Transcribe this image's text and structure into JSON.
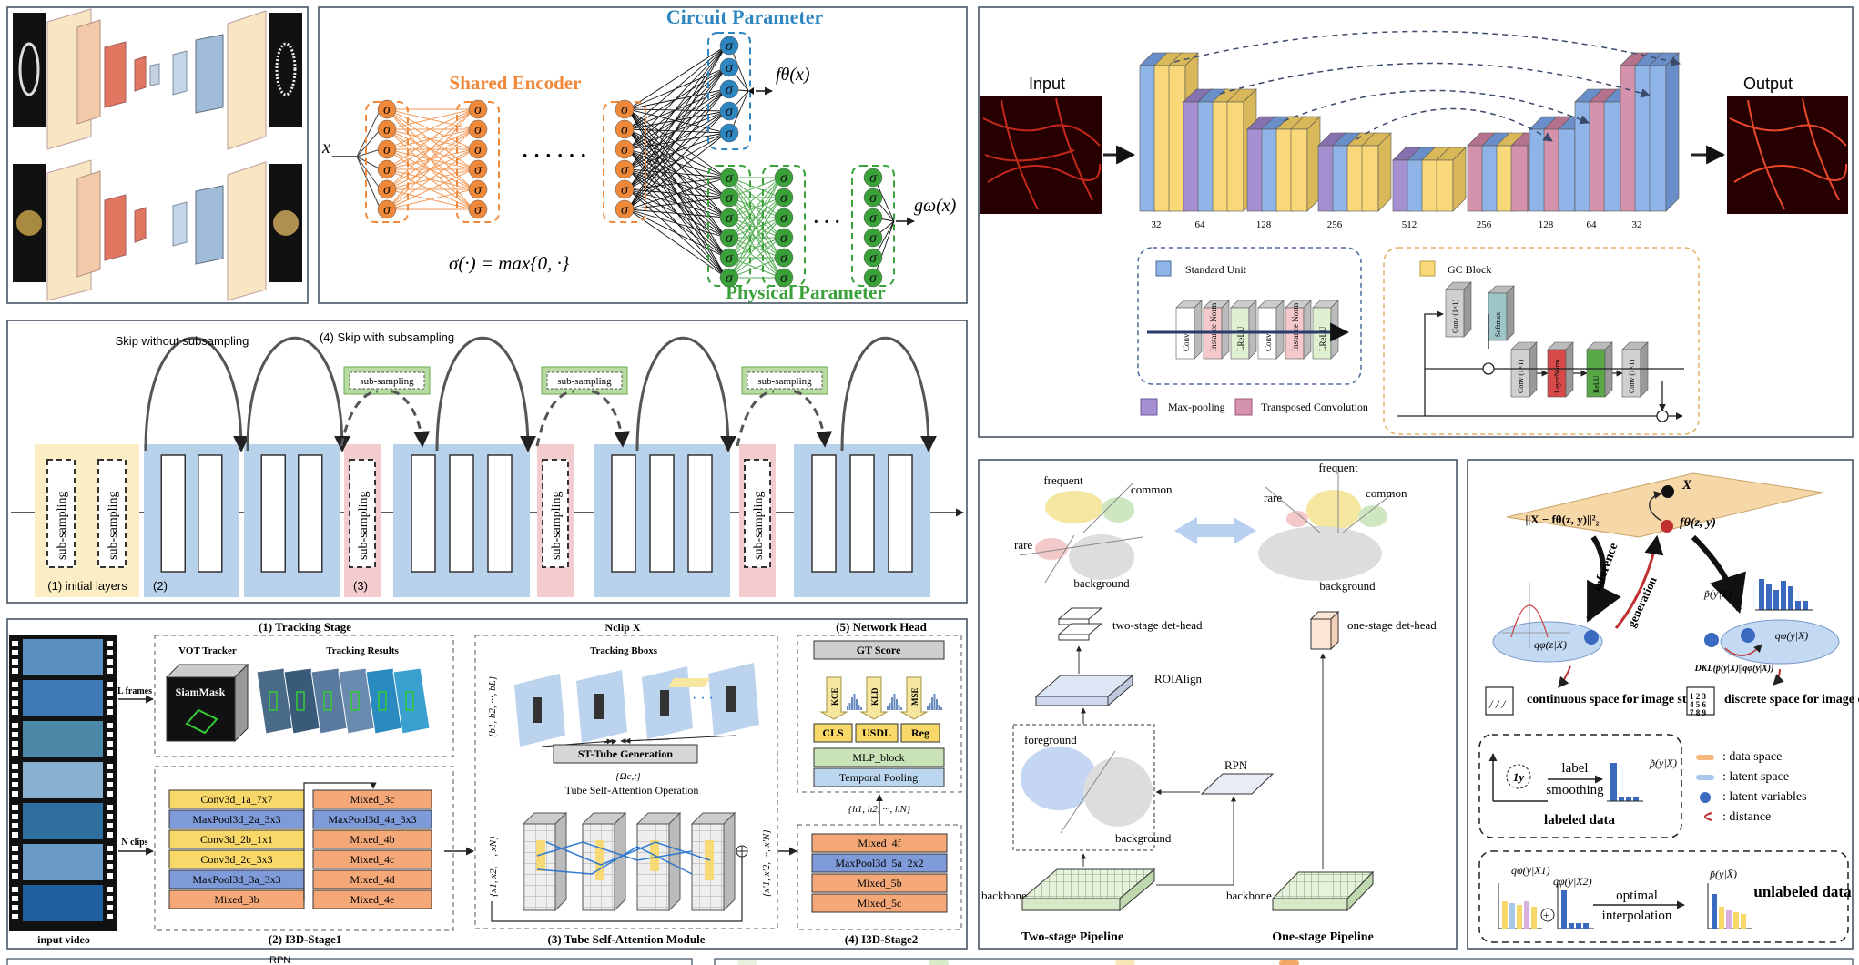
{
  "panel_a": {
    "circuit_parameter": "Circuit Parameter",
    "shared_encoder": "Shared Encoder",
    "physical_parameter": "Physical Parameter",
    "input_x": "x",
    "f_out": "fθ(x)",
    "g_out": "gω(x)",
    "sigma_def": "σ(·) = max{0, ·}",
    "sigma": "σ",
    "dots": "· · · · · ·"
  },
  "panel_b": {
    "input": "Input",
    "output": "Output",
    "channels": [
      "32",
      "64",
      "128",
      "256",
      "512",
      "256",
      "128",
      "64",
      "32"
    ],
    "standard_unit": "Standard Unit",
    "gc_block": "GC Block",
    "max_pooling": "Max-pooling",
    "transposed_conv": "Transposed Convolution",
    "unit_layers": [
      "Conv",
      "Instance Norm",
      "LReLU",
      "Conv",
      "Instance Norm",
      "LReLU"
    ],
    "gc_layers": [
      "Conv (1×1)",
      "Softmax",
      "Conv (1×1)",
      "LayerNorm",
      "ReLU",
      "Conv (1×1)"
    ]
  },
  "panel_c": {
    "skip_without": "Skip without subsampling",
    "skip_with": "(4) Skip with subsampling",
    "sub_sampling": "sub-sampling",
    "initial_layers": "(1) initial layers",
    "label_2": "(2)",
    "label_3": "(3)"
  },
  "panel_d": {
    "tracking_stage": "(1) Tracking Stage",
    "vot_tracker": "VOT Tracker",
    "tracking_results": "Tracking Results",
    "siammask": "SiamMask",
    "l_frames": "L frames",
    "n_clips": "N clips",
    "input_video": "input video",
    "i3d_stage1": "(2) I3D-Stage1",
    "stage1_left": [
      "Conv3d_1a_7x7",
      "MaxPool3d_2a_3x3",
      "Conv3d_2b_1x1",
      "Conv3d_2c_3x3",
      "MaxPool3d_3a_3x3",
      "Mixed_3b"
    ],
    "stage1_right": [
      "Mixed_3c",
      "MaxPool3d_4a_3x3",
      "Mixed_4b",
      "Mixed_4c",
      "Mixed_4d",
      "Mixed_4e"
    ],
    "nclip": "Nclip X",
    "tracking_bboxs": "Tracking Bboxs",
    "st_tube": "ST-Tube Generation",
    "omega": "{Ωc,t}",
    "tube_self_attention": "Tube Self-Attention Operation",
    "tsa_module": "(3) Tube Self-Attention Module",
    "network_head": "(5) Network Head",
    "gt_score": "GT Score",
    "head_losses": [
      "KCE",
      "KLD",
      "MSE"
    ],
    "head_blocks": [
      "CLS",
      "USDL",
      "Reg"
    ],
    "mlp_block": "MLP_block",
    "temporal_pooling": "Temporal Pooling",
    "i3d_stage2": "(4) I3D-Stage2",
    "stage2": [
      "Mixed_4f",
      "MaxPool3d_5a_2x2",
      "Mixed_5b",
      "Mixed_5c"
    ],
    "b_seq": "{b1, b2, ···, bL}",
    "x_seq": "{x1, x2, ···, xN}",
    "x_seq_prime": "{x'1, x'2, ···, x'N}",
    "h_seq": "{h1, h2, ···, hN}"
  },
  "panel_e": {
    "frequent": "frequent",
    "common": "common",
    "rare": "rare",
    "background": "background",
    "foreground": "foreground",
    "two_stage_head": "two-stage det-head",
    "one_stage_head": "one-stage det-head",
    "roialign": "ROIAlign",
    "rpn": "RPN",
    "backbone": "backbone",
    "two_stage": "Two-stage Pipeline",
    "one_stage": "One-stage Pipeline"
  },
  "panel_f": {
    "X": "X",
    "recon": "||X − fθ(z, y)||²₂",
    "f_zy": "fθ(z, y)",
    "inference": "inference",
    "generation": "generation",
    "q_z": "qφ(z|X)",
    "q_y": "qφ(y|X)",
    "p_y": "p̃(y|X)",
    "dkl": "DKL(p̃(y|X)||qφ(y|X))",
    "continuous": "continuous space for image style",
    "discrete": "discrete space for image classes",
    "label": "label",
    "smoothing": "smoothing",
    "labeled_data": "labeled data",
    "legend": [
      ": data space",
      ": latent space",
      ": latent variables",
      ": distance"
    ],
    "q1": "qφ(y|X1)",
    "q2": "qφ(y|X2)",
    "p_bar": "p̃(y|X̄)",
    "optimal": "optimal",
    "interpolation": "interpolation",
    "unlabeled": "unlabeled data",
    "one_y": "1y"
  },
  "bottom": {
    "rpn_fragment": "RPN"
  }
}
